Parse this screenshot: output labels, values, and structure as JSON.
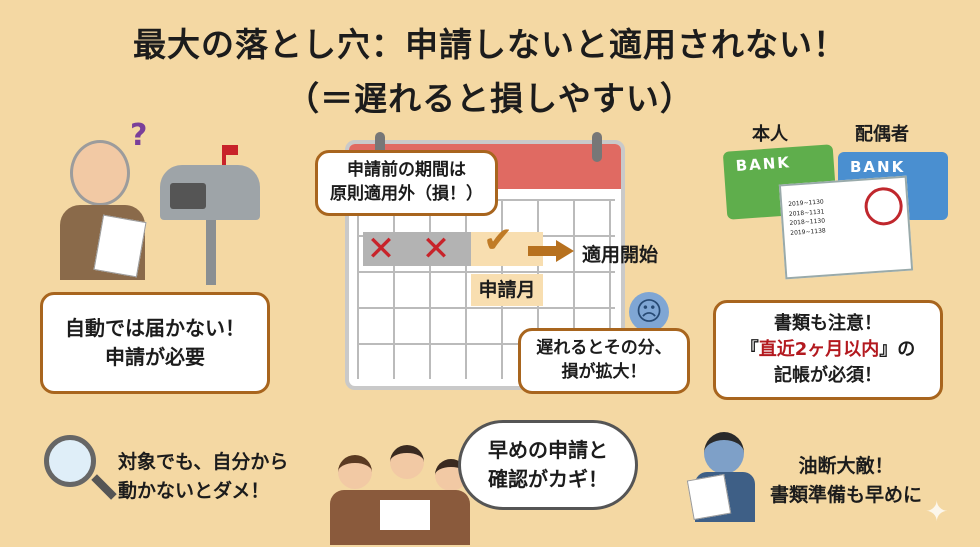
{
  "title": {
    "line1": "最大の落とし穴：申請しないと適用されない！",
    "line2": "（＝遅れると損しやすい）"
  },
  "left": {
    "question_mark": "?",
    "bubble_line1": "自動では届かない！",
    "bubble_line2": "申請が必要"
  },
  "calendar": {
    "top_bubble_line1": "申請前の期間は",
    "top_bubble_line2": "原則適用外（損！）",
    "cross_mark": "✕",
    "check_mark": "✔",
    "start_label": "適用開始",
    "application_month": "申請月",
    "bottom_bubble_line1": "遅れるとその分、",
    "bottom_bubble_line2": "損が拡大！"
  },
  "right": {
    "self_label": "本人",
    "spouse_label": "配偶者",
    "bank_label": "BANK",
    "passbook_rows": [
      "2019~1130",
      "2018~1131",
      "2018~1130",
      "2019~1138"
    ],
    "bubble_line1": "書類も注意！",
    "bubble_open": "『",
    "bubble_highlight": "直近2ヶ月以内",
    "bubble_close": "』の",
    "bubble_line3": "記帳が必須！",
    "highlight_color": "#b3191f"
  },
  "bottom": {
    "self_line1": "対象でも、自分から",
    "self_line2": "動かないとダメ！",
    "cloud_line1": "早めの申請と",
    "cloud_line2": "確認がカギ！",
    "tip_line1": "油断大敵！",
    "tip_line2": "書類準備も早めに"
  }
}
